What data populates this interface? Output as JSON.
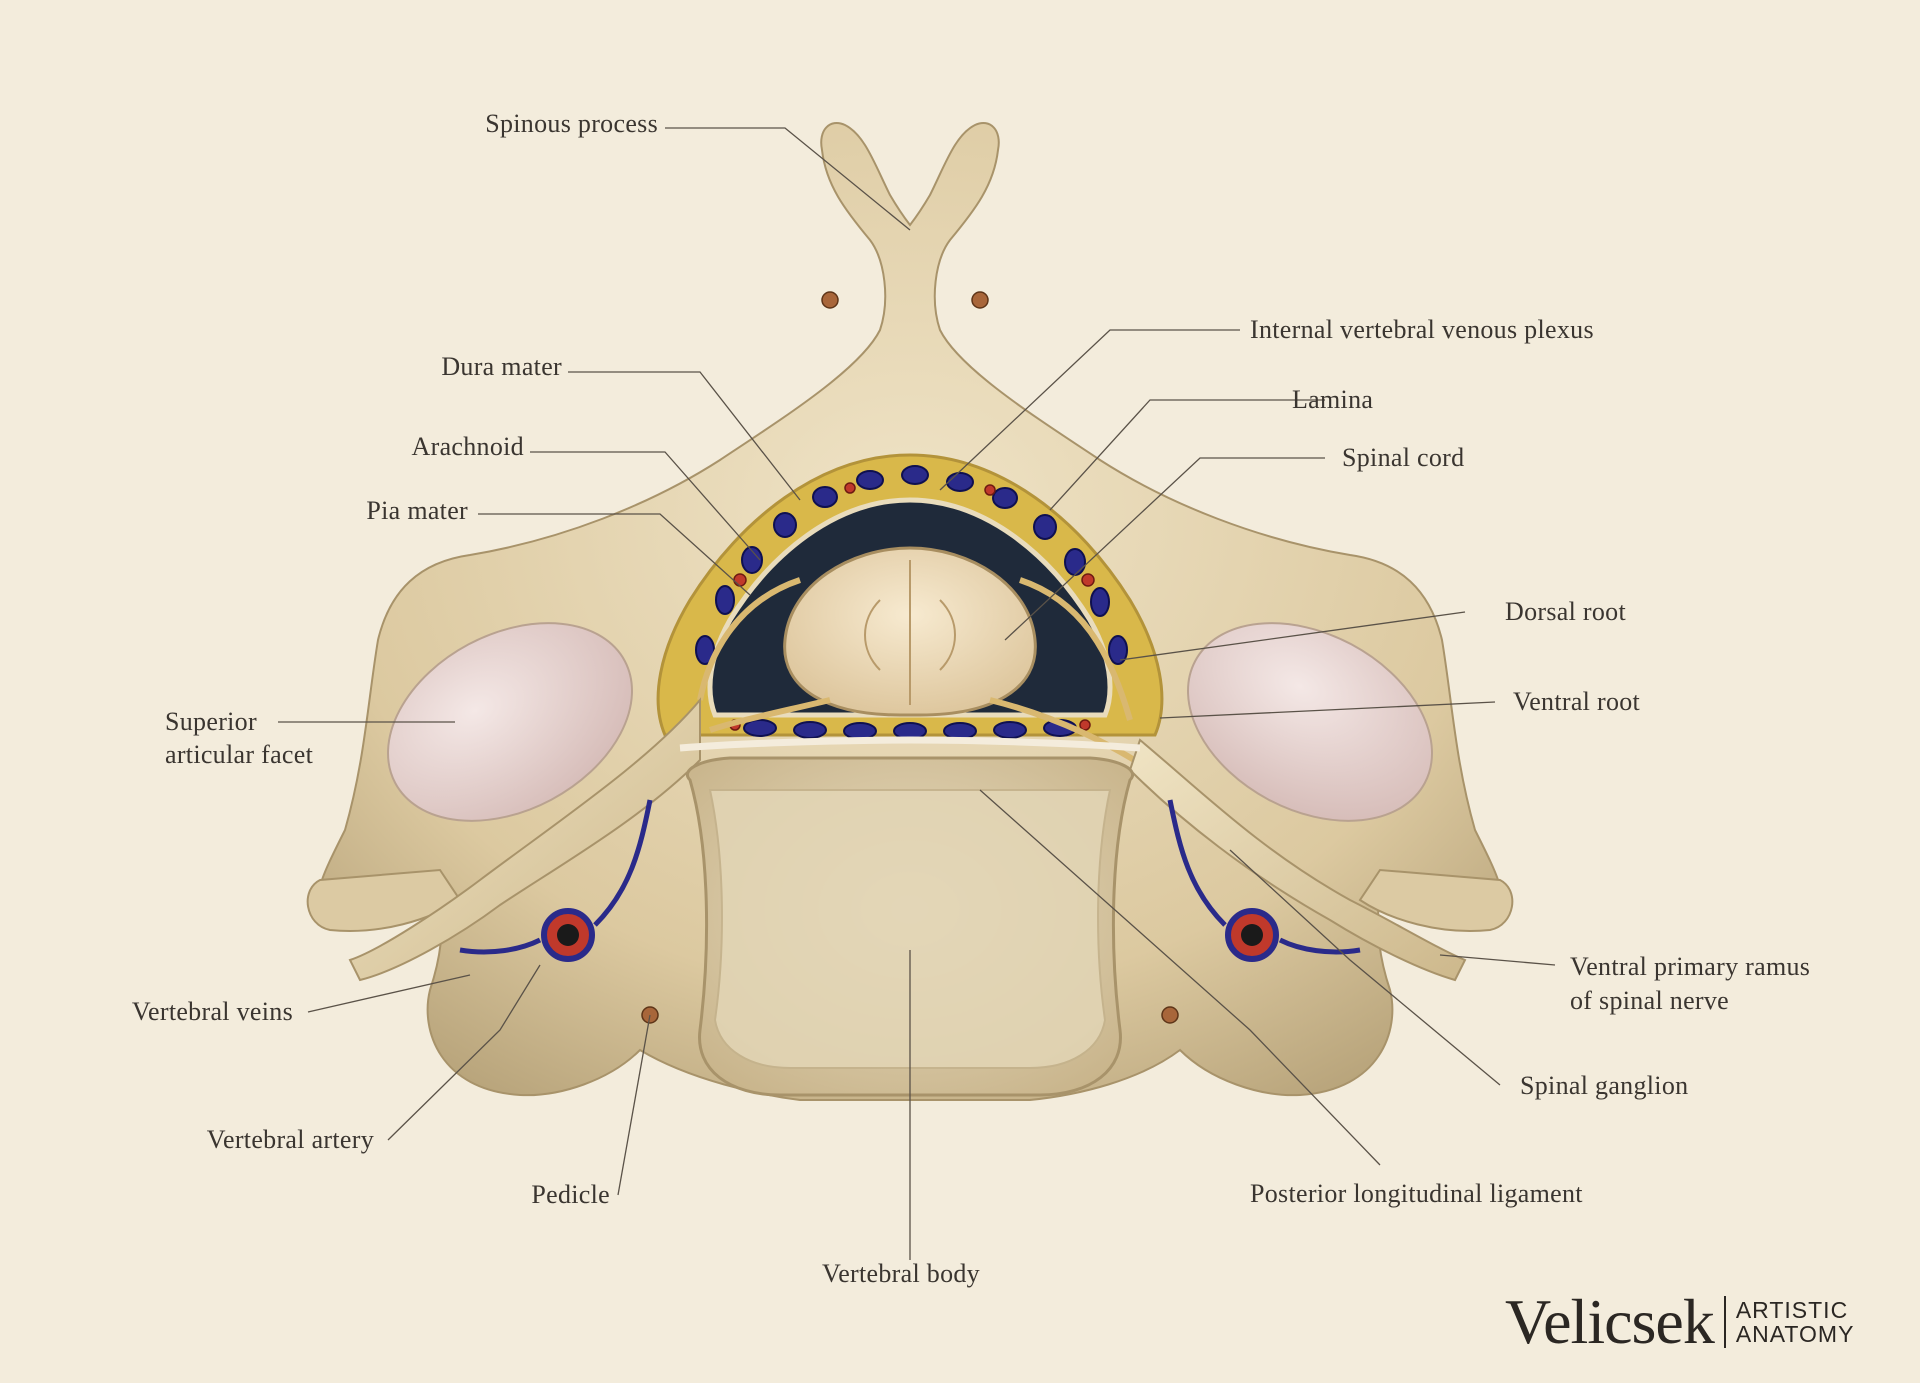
{
  "labels": {
    "spinous_process": "Spinous process",
    "internal_venous_plexus": "Internal vertebral venous plexus",
    "dura_mater": "Dura mater",
    "lamina": "Lamina",
    "arachnoid": "Arachnoid",
    "spinal_cord": "Spinal cord",
    "pia_mater": "Pia mater",
    "dorsal_root": "Dorsal root",
    "superior_articular_facet_1": "Superior",
    "superior_articular_facet_2": "articular facet",
    "ventral_root": "Ventral root",
    "ventral_ramus_1": "Ventral primary ramus",
    "ventral_ramus_2": "of  spinal nerve",
    "vertebral_veins": "Vertebral veins",
    "spinal_ganglion": "Spinal ganglion",
    "vertebral_artery": "Vertebral artery",
    "pedicle": "Pedicle",
    "posterior_longitudinal_ligament": "Posterior longitudinal ligament",
    "vertebral_body": "Vertebral body"
  },
  "brand": {
    "name": "Velicsek",
    "sub_1": "ARTISTIC",
    "sub_2": "ANATOMY"
  },
  "colors": {
    "background": "#f3ecdc",
    "bone": "#e6d6b3",
    "bone_shadow": "#b9a67e",
    "facet": "#e8d6d3",
    "spinal_cord": "#f1dfbf",
    "fat": "#d9b84a",
    "vein": "#2a2a8a",
    "artery": "#c0392b",
    "canal": "#1f2a3a"
  }
}
